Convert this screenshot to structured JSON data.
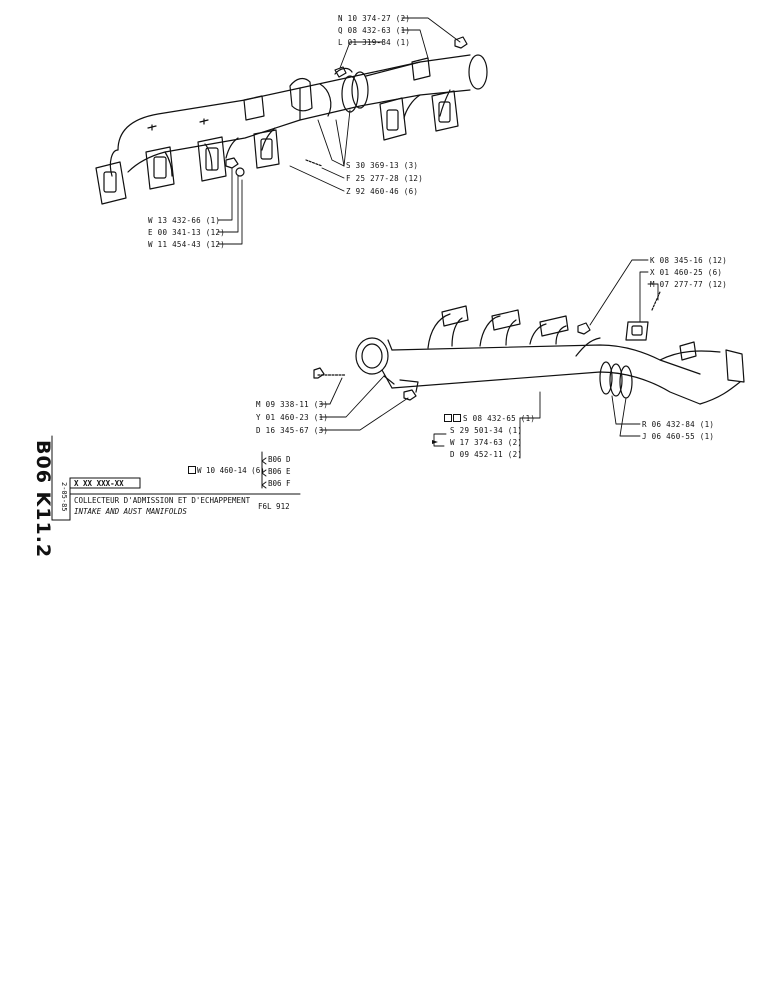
{
  "labels_top": {
    "n": "N 10 374-27 (2)",
    "q": "Q 08 432-63 (1)",
    "l": "L 01 319-84 (1)",
    "s": "S 30 369-13 (3)",
    "f": "F 25 277-28 (12)",
    "z": "Z 92 460-46 (6)",
    "w": "W 13 432-66 (1)",
    "e": "E 00 341-13 (12)",
    "w2": "W 11 454-43 (12)"
  },
  "labels_bottom": {
    "k": "K 08 345-16 (12)",
    "x": "X 01 460-25 (6)",
    "m": "M 07 277-77 (12)",
    "m2": "M 09 338-11 (3)",
    "y": "Y 01 460-23 (1)",
    "d": "D 16 345-67 (3)",
    "s2": "S 08 432-65 (1)",
    "s3": "S 29 501-34 (1)",
    "w3": "W 17 374-63 (2)",
    "d2": "D 09 452-11 (2)",
    "r": "R 06 432-84 (1)",
    "j": "J 06 460-55 (1)"
  },
  "sidebar": {
    "code": "B06 K11.2",
    "date": "2-05-85"
  },
  "title_block": {
    "part_no": "X XX XXX-XX",
    "extra_part": "W 10 460-14 (6)",
    "ref_d": "B06 D",
    "ref_e": "B06 E",
    "ref_f": "B06 F",
    "title_fr": "COLLECTEUR D'ADMISSION ET D'ECHAPPEMENT",
    "title_en": "INTAKE AND       AUST MANIFOLDS",
    "model": "F6L 912"
  }
}
